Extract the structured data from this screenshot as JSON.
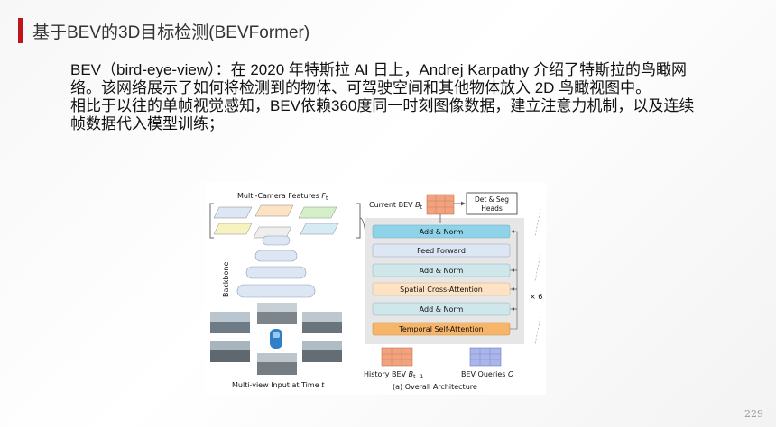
{
  "slide": {
    "title": "基于BEV的3D目标检测(BEVFormer)",
    "paragraphs": [
      "BEV（bird-eye-view）：在 2020 年特斯拉 AI 日上，Andrej Karpathy 介绍了特斯拉的鸟瞰网络。该网络展示了如何将检测到的物体、可驾驶空间和其他物体放入 2D 鸟瞰视图中。",
      "相比于以往的单帧视觉感知，BEV依赖360度同一时刻图像数据，建立注意力机制，以及连续帧数据代入模型训练；"
    ],
    "page_number": "229"
  },
  "figure": {
    "left": {
      "features_label": "Multi-Camera Features",
      "features_symbol": "F",
      "features_sub": "t",
      "backbone_label": "Backbone",
      "input_label": "Multi-view Input at Time",
      "input_symbol": "t"
    },
    "right": {
      "current_bev_label": "Current BEV",
      "current_bev_symbol": "B",
      "current_bev_sub": "t",
      "heads_line1": "Det & Seg",
      "heads_line2": "Heads",
      "blocks": [
        "Add & Norm",
        "Feed Forward",
        "Add & Norm",
        "Spatial Cross-Attention",
        "Add & Norm",
        "Temporal Self-Attention"
      ],
      "repeat_label": "× 6",
      "history_label": "History BEV",
      "history_symbol": "B",
      "history_sub": "t−1",
      "queries_label": "BEV Queries",
      "queries_symbol": "Q",
      "caption": "(a) Overall Architecture"
    },
    "colors": {
      "block_blue": "#8fd3e8",
      "block_light": "#dde6f3",
      "block_teal": "#cfe6ea",
      "block_peach": "#fde3c4",
      "block_orange": "#f7b56a",
      "bev_grid": "#f1a27f",
      "query_grid": "#aab6ea"
    }
  }
}
